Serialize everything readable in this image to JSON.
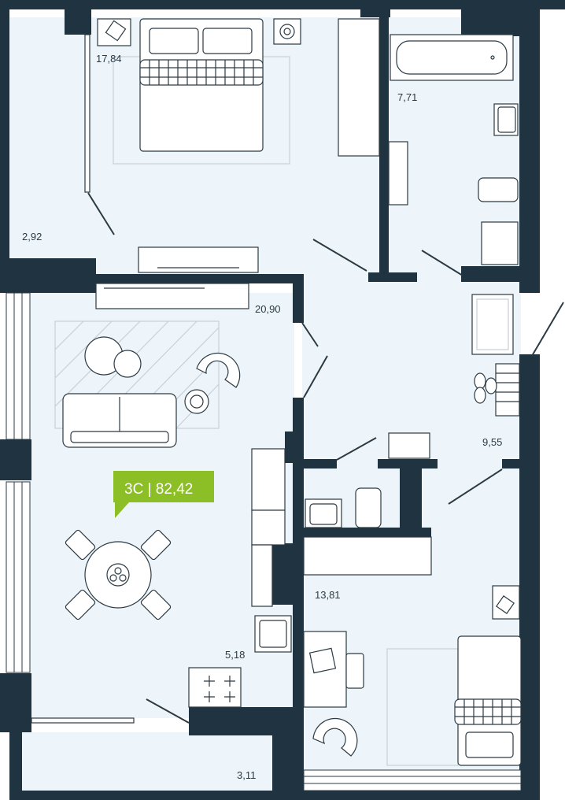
{
  "apartment": {
    "badge_label": "3С | 82,42",
    "badge_color": "#8cbf26"
  },
  "colors": {
    "wall": "#1f3440",
    "floor": "#eef5fa",
    "furniture_fill": "#ffffff",
    "furniture_stroke": "#2b3a44",
    "text": "#2b3a44"
  },
  "rooms": {
    "bedroom_top": "17,84",
    "hall_top": "2,92",
    "bathroom": "7,71",
    "living": "20,90",
    "corridor": "9,55",
    "kitchen": "5,18",
    "bedroom_bottom": "13,81",
    "balcony": "3,11"
  }
}
